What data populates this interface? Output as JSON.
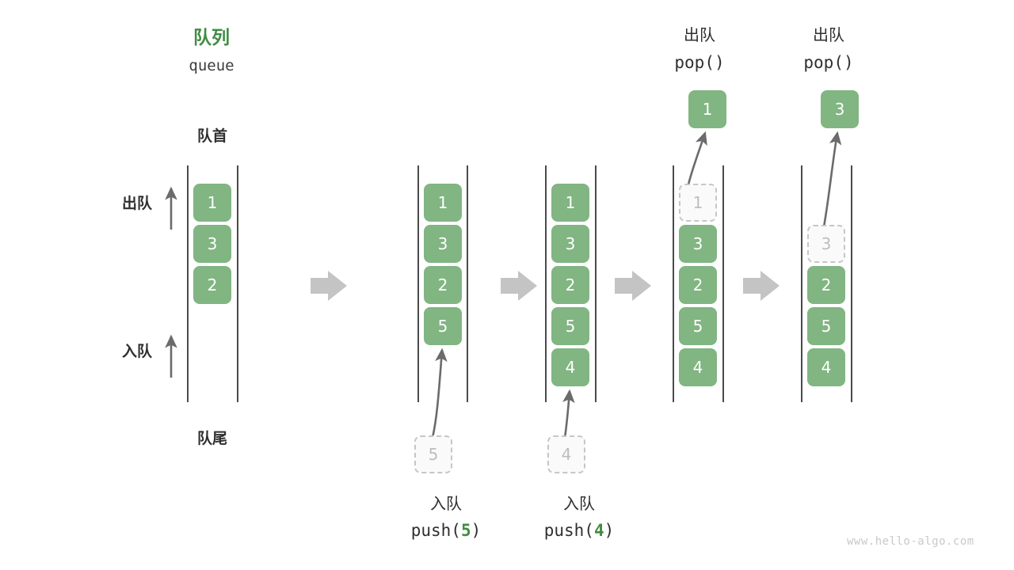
{
  "diagram": {
    "title_cn": "队列",
    "title_en": "queue",
    "front_label": "队首",
    "rear_label": "队尾",
    "dequeue_label": "出队",
    "enqueue_label": "入队",
    "watermark": "www.hello-algo.com",
    "accent_green": "#3f8c42",
    "box_green": "#81b582",
    "ghost_gray": "#bdbdbd",
    "arrow_gray": "#6b6b6b",
    "step_arrow_gray": "#c4c4c4",
    "rail_color": "#4a4a4a"
  },
  "steps": [
    {
      "id": "initial",
      "caption_cn": "",
      "caption_code_prefix": "",
      "caption_code_arg": "",
      "caption_code_suffix": "",
      "top_op_cn": "",
      "top_op_code": "",
      "items": [
        "1",
        "3",
        "2"
      ],
      "ghost_index": -1,
      "incoming": "",
      "popped": ""
    },
    {
      "id": "push-5",
      "caption_cn": "入队",
      "caption_code_prefix": "push(",
      "caption_code_arg": "5",
      "caption_code_suffix": ")",
      "top_op_cn": "",
      "top_op_code": "",
      "items": [
        "1",
        "3",
        "2",
        "5"
      ],
      "ghost_index": -1,
      "incoming": "5",
      "popped": ""
    },
    {
      "id": "push-4",
      "caption_cn": "入队",
      "caption_code_prefix": "push(",
      "caption_code_arg": "4",
      "caption_code_suffix": ")",
      "top_op_cn": "",
      "top_op_code": "",
      "items": [
        "1",
        "3",
        "2",
        "5",
        "4"
      ],
      "ghost_index": -1,
      "incoming": "4",
      "popped": ""
    },
    {
      "id": "pop-1",
      "caption_cn": "",
      "caption_code_prefix": "",
      "caption_code_arg": "",
      "caption_code_suffix": "",
      "top_op_cn": "出队",
      "top_op_code": "pop()",
      "items": [
        "1",
        "3",
        "2",
        "5",
        "4"
      ],
      "ghost_index": 0,
      "incoming": "",
      "popped": "1"
    },
    {
      "id": "pop-3",
      "caption_cn": "",
      "caption_code_prefix": "",
      "caption_code_arg": "",
      "caption_code_suffix": "",
      "top_op_cn": "出队",
      "top_op_code": "pop()",
      "items": [
        "3",
        "2",
        "5",
        "4"
      ],
      "ghost_index": 0,
      "incoming": "",
      "popped": "3"
    }
  ],
  "chart_data": {
    "type": "diagram",
    "subject": "queue push/pop operations",
    "sequence": [
      {
        "state": [
          "1",
          "3",
          "2"
        ],
        "operation": "initial"
      },
      {
        "state": [
          "1",
          "3",
          "2",
          "5"
        ],
        "operation": "push(5)"
      },
      {
        "state": [
          "1",
          "3",
          "2",
          "5",
          "4"
        ],
        "operation": "push(4)"
      },
      {
        "state": [
          "3",
          "2",
          "5",
          "4"
        ],
        "operation": "pop() -> 1"
      },
      {
        "state": [
          "2",
          "5",
          "4"
        ],
        "operation": "pop() -> 3"
      }
    ]
  }
}
